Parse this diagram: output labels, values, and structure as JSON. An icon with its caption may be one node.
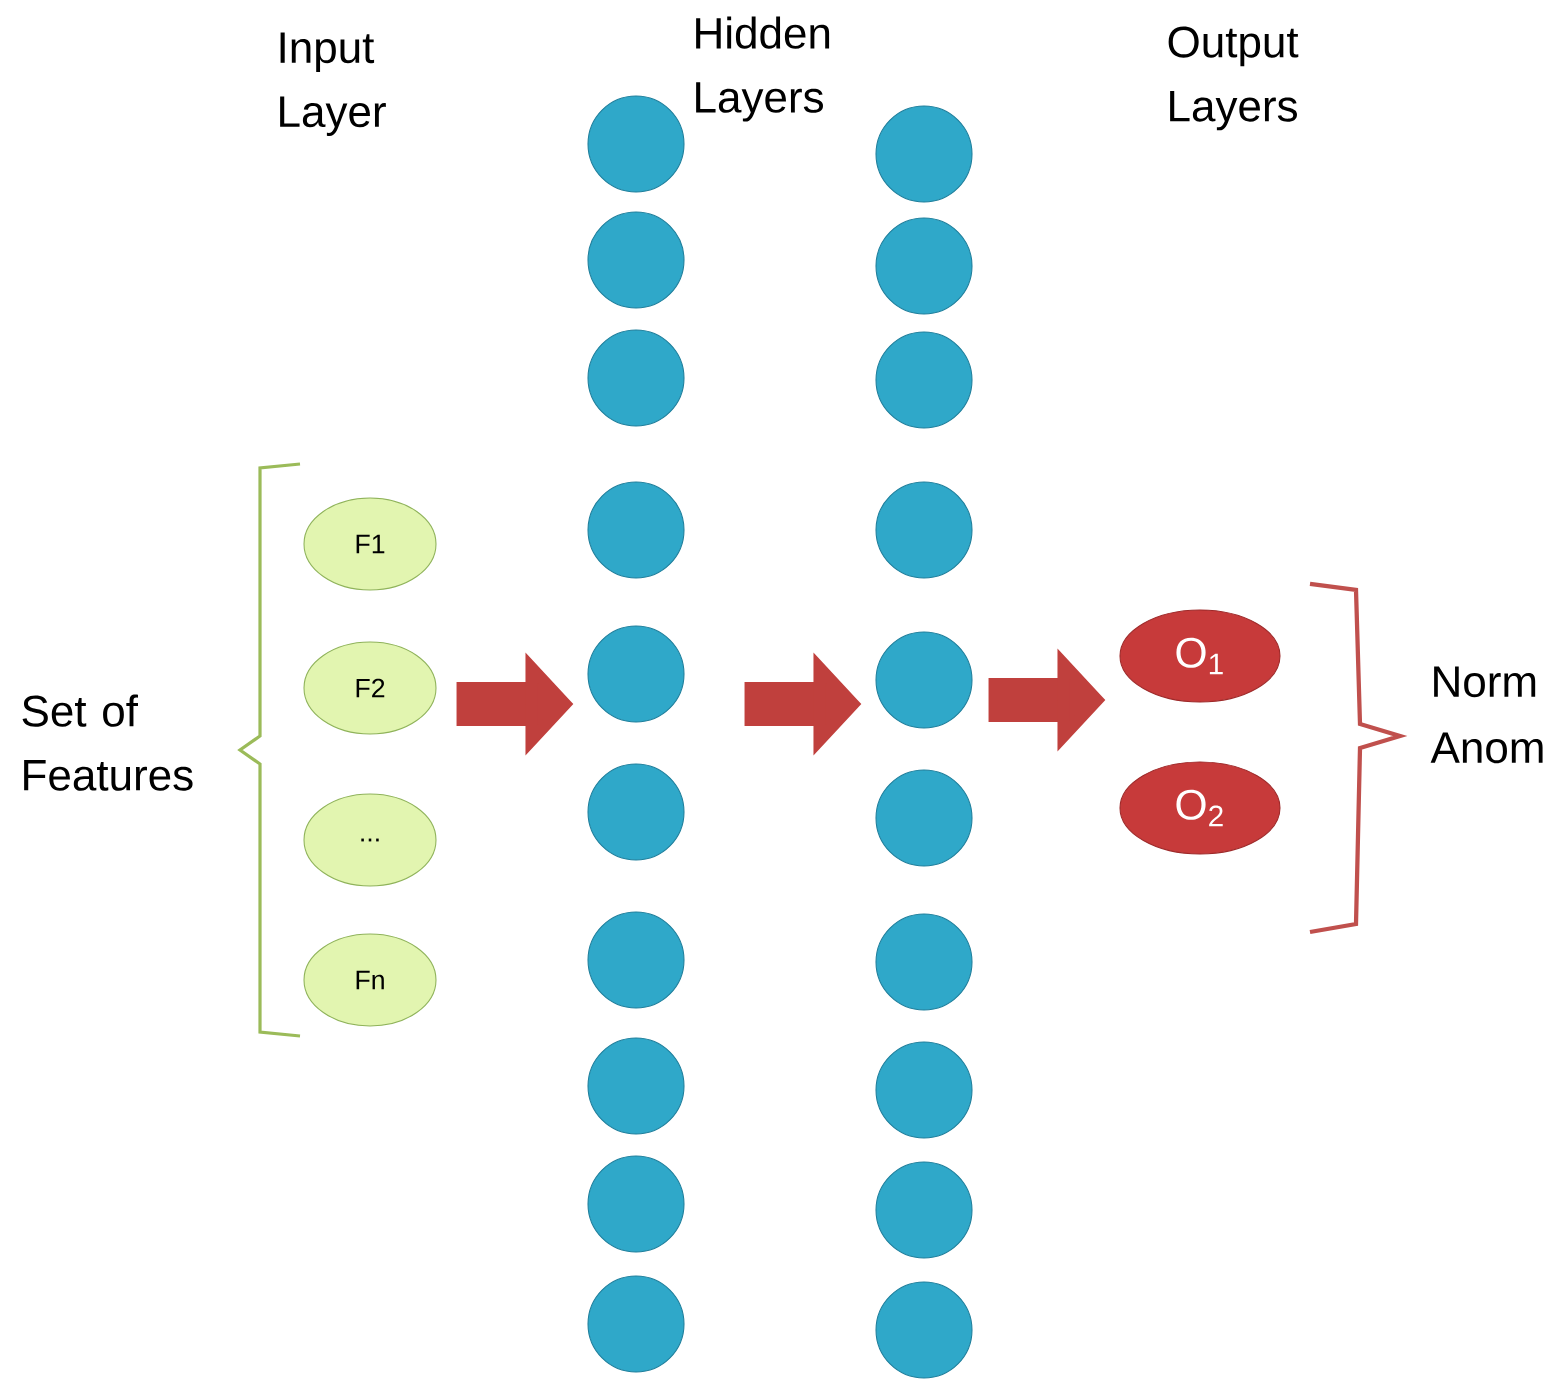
{
  "diagram": {
    "nodes": [
      {
        "text": [
          "F1"
        ]
      },
      {
        "text": [
          "F2"
        ]
      },
      {
        "text": [
          "..."
        ]
      },
      {
        "text": [
          "Fn"
        ]
      },
      {
        "text": [],
        "shape": "circle"
      },
      {
        "text": [],
        "shape": "circle"
      },
      {
        "text": [],
        "shape": "circle"
      },
      {
        "text": [],
        "shape": "circle"
      },
      {
        "text": [],
        "shape": "circle"
      },
      {
        "text": [],
        "shape": "circle"
      },
      {
        "text": [],
        "shape": "circle"
      },
      {
        "text": [],
        "shape": "circle"
      },
      {
        "text": [],
        "shape": "circle"
      },
      {
        "text": [],
        "shape": "circle"
      },
      {
        "text": [],
        "shape": "circle"
      },
      {
        "text": [],
        "shape": "circle"
      },
      {
        "text": [],
        "shape": "circle"
      },
      {
        "text": [],
        "shape": "circle"
      },
      {
        "text": [],
        "shape": "circle"
      },
      {
        "text": [],
        "shape": "circle"
      },
      {
        "text": [],
        "shape": "circle"
      },
      {
        "text": [],
        "shape": "circle"
      },
      {
        "text": [],
        "shape": "circle"
      },
      {
        "text": [],
        "shape": "circle"
      },
      {
        "text": [
          "O$_{1}$"
        ]
      },
      {
        "text": [
          "O$_{2}$"
        ]
      }
    ],
    "edges": [
      {
        "from": 1,
        "to": 8,
        "arrow": "to"
      },
      {
        "from": 8,
        "to": 18,
        "arrow": "to"
      },
      {
        "from": 18,
        "to": 24,
        "arrow": "to"
      }
    ],
    "labels": [
      "Input Layer",
      "Hidden Layers",
      "Output Layers",
      "Set of Features",
      "Norm",
      "Anom"
    ]
  }
}
